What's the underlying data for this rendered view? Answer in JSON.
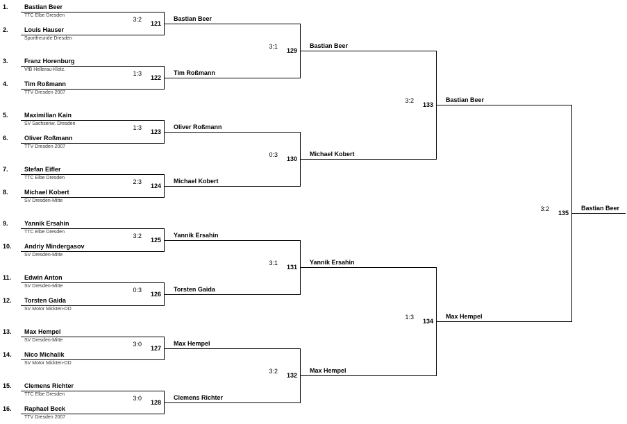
{
  "players": [
    {
      "seed": "1.",
      "name": "Bastian Beer",
      "club": "TTC Elbe Dresden"
    },
    {
      "seed": "2.",
      "name": "Louis Hauser",
      "club": "Sportfreunde Dresden"
    },
    {
      "seed": "3.",
      "name": "Franz Horenburg",
      "club": "VfB Hellerau-Klotz."
    },
    {
      "seed": "4.",
      "name": "Tim Roßmann",
      "club": "TTV Dresden 2007"
    },
    {
      "seed": "5.",
      "name": "Maximilian Kain",
      "club": "SV Sachsenw. Dresden"
    },
    {
      "seed": "6.",
      "name": "Oliver Roßmann",
      "club": "TTV Dresden 2007"
    },
    {
      "seed": "7.",
      "name": "Stefan Eifler",
      "club": "TTC Elbe Dresden"
    },
    {
      "seed": "8.",
      "name": "Michael Kobert",
      "club": "SV Dresden-Mitte"
    },
    {
      "seed": "9.",
      "name": "Yannik Ersahin",
      "club": "TTC Elbe Dresden"
    },
    {
      "seed": "10.",
      "name": "Andriy Mindergasov",
      "club": "SV Dresden-Mitte"
    },
    {
      "seed": "11.",
      "name": "Edwin Anton",
      "club": "SV Dresden-Mitte"
    },
    {
      "seed": "12.",
      "name": "Torsten Gaida",
      "club": "SV Motor Mickten-DD"
    },
    {
      "seed": "13.",
      "name": "Max Hempel",
      "club": "SV Dresden-Mitte"
    },
    {
      "seed": "14.",
      "name": "Nico Michalik",
      "club": "SV Motor Mickten-DD"
    },
    {
      "seed": "15.",
      "name": "Clemens Richter",
      "club": "TTC Elbe Dresden"
    },
    {
      "seed": "16.",
      "name": "Raphael Beck",
      "club": "TTV Dresden 2007"
    }
  ],
  "round1": [
    {
      "match": "121",
      "score": "3:2",
      "winner": "Bastian Beer"
    },
    {
      "match": "122",
      "score": "1:3",
      "winner": "Tim Roßmann"
    },
    {
      "match": "123",
      "score": "1:3",
      "winner": "Oliver Roßmann"
    },
    {
      "match": "124",
      "score": "2:3",
      "winner": "Michael Kobert"
    },
    {
      "match": "125",
      "score": "3:2",
      "winner": "Yannik Ersahin"
    },
    {
      "match": "126",
      "score": "0:3",
      "winner": "Torsten Gaida"
    },
    {
      "match": "127",
      "score": "3:0",
      "winner": "Max Hempel"
    },
    {
      "match": "128",
      "score": "3:0",
      "winner": "Clemens Richter"
    }
  ],
  "round2": [
    {
      "match": "129",
      "score": "3:1",
      "winner": "Bastian Beer"
    },
    {
      "match": "130",
      "score": "0:3",
      "winner": "Michael Kobert"
    },
    {
      "match": "131",
      "score": "3:1",
      "winner": "Yannik Ersahin"
    },
    {
      "match": "132",
      "score": "3:2",
      "winner": "Max Hempel"
    }
  ],
  "round3": [
    {
      "match": "133",
      "score": "3:2",
      "winner": "Bastian Beer"
    },
    {
      "match": "134",
      "score": "1:3",
      "winner": "Max Hempel"
    }
  ],
  "final": [
    {
      "match": "135",
      "score": "3:2",
      "winner": "Bastian Beer"
    }
  ]
}
